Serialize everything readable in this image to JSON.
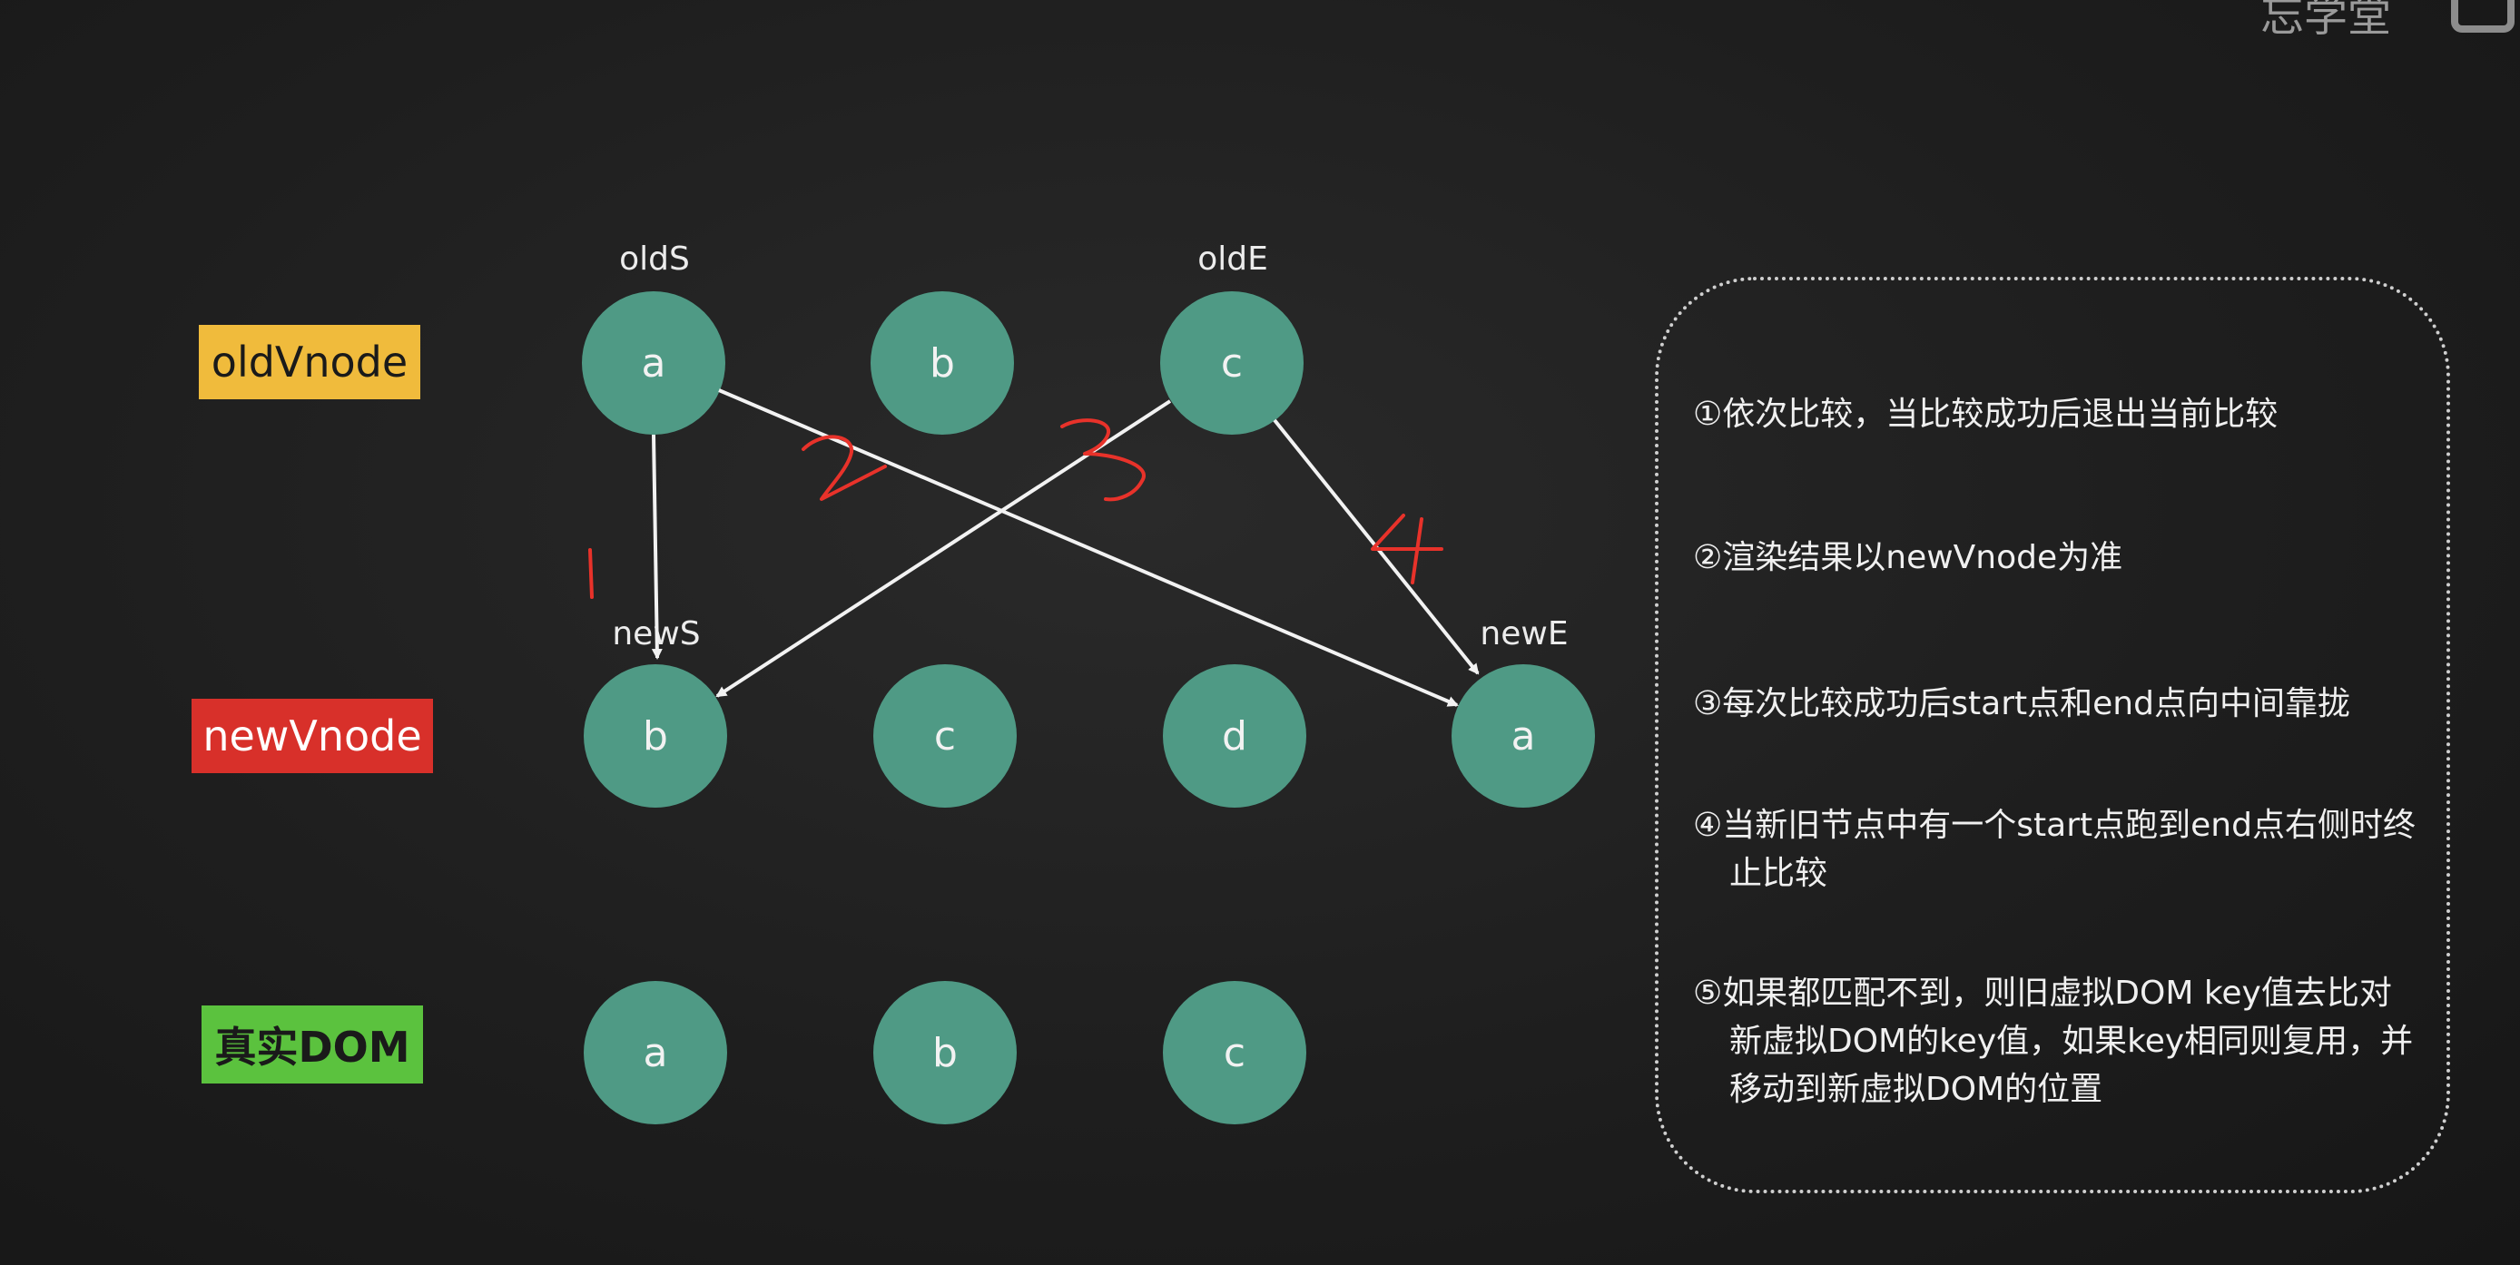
{
  "watermark": "忘学堂",
  "row_labels": {
    "old": "oldVnode",
    "new": "newVnode",
    "dom": "真实DOM"
  },
  "old_nodes": [
    "a",
    "b",
    "c"
  ],
  "new_nodes": [
    "b",
    "c",
    "d",
    "a"
  ],
  "dom_nodes": [
    "a",
    "b",
    "c"
  ],
  "pointers": {
    "old_start": "oldS",
    "old_end": "oldE",
    "new_start": "newS",
    "new_end": "newE"
  },
  "comparisons": [
    {
      "step": "1",
      "from": "oldS",
      "to": "newS"
    },
    {
      "step": "2",
      "from": "oldS",
      "to": "newE"
    },
    {
      "step": "3",
      "from": "oldE",
      "to": "newS"
    },
    {
      "step": "4",
      "from": "oldE",
      "to": "newE"
    }
  ],
  "colors": {
    "node": "#4f9a85",
    "old_label": "#f0bb3c",
    "new_label": "#d8302a",
    "dom_label": "#5bc23e",
    "handwriting": "#e8322a",
    "arrow": "#f2f2f2"
  },
  "notes": {
    "n1": "①依次比较，当比较成功后退出当前比较",
    "n2": "②渲染结果以newVnode为准",
    "n3": "③每次比较成功后start点和end点向中间靠拢",
    "n4_line1": "④当新旧节点中有一个start点跑到end点右侧时终",
    "n4_line2": "止比较",
    "n5_line1": "⑤如果都匹配不到，则旧虚拟DOM key值去比对",
    "n5_line2": "新虚拟DOM的key值，如果key相同则复用，并",
    "n5_line3": "移动到新虚拟DOM的位置"
  }
}
